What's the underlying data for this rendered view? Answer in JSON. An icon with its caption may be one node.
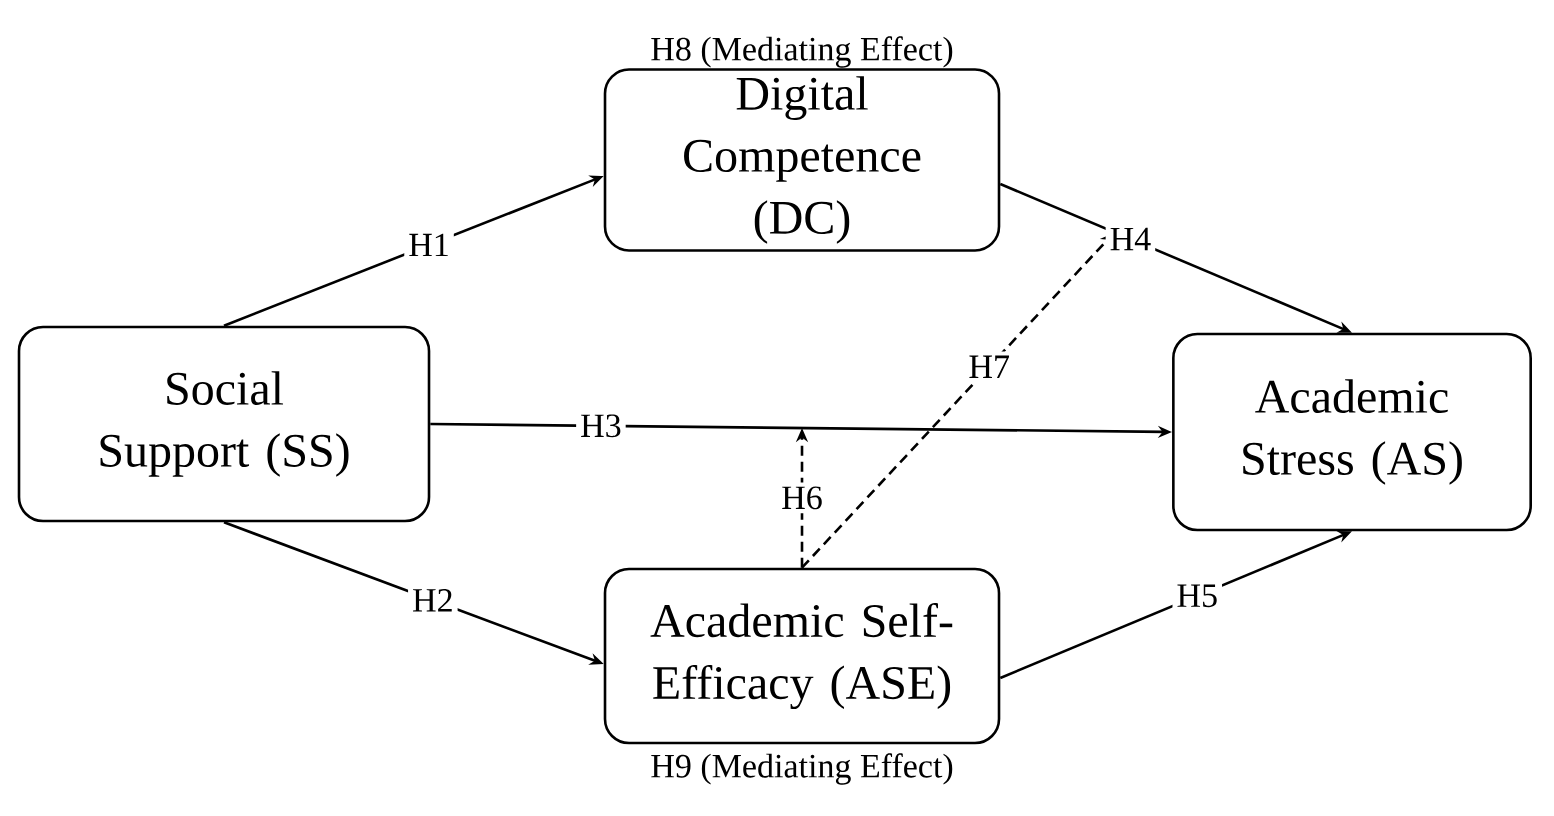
{
  "diagram": {
    "nodes": [
      {
        "text": [
          "Social Support (SS)"
        ]
      },
      {
        "text": [
          "Digital Competence (DC)"
        ],
        "beside": [
          "H8 (Mediating Effect)"
        ]
      },
      {
        "text": [
          "Academic Stress (AS)"
        ]
      },
      {
        "text": [
          "Academic Self-Efficacy (ASE)"
        ],
        "beside": [
          "H9 (Mediating Effect)"
        ]
      }
    ],
    "edges": [
      {
        "from": 0,
        "to": 1,
        "arrow": "to",
        "label": "H1"
      },
      {
        "from": 0,
        "to": 3,
        "arrow": "to",
        "label": "H2"
      },
      {
        "from": 0,
        "to": 2,
        "arrow": "to",
        "label": "H3"
      },
      {
        "from": 1,
        "to": 2,
        "arrow": "to",
        "label": "H4"
      },
      {
        "from": 3,
        "to": 2,
        "arrow": "to",
        "label": "H5"
      },
      {
        "from": 3,
        "to": null,
        "arrow": "to",
        "label": "H6",
        "style": "dashed"
      },
      {
        "from": 3,
        "to": null,
        "arrow": "to",
        "label": "H7",
        "style": "dashed"
      }
    ]
  }
}
